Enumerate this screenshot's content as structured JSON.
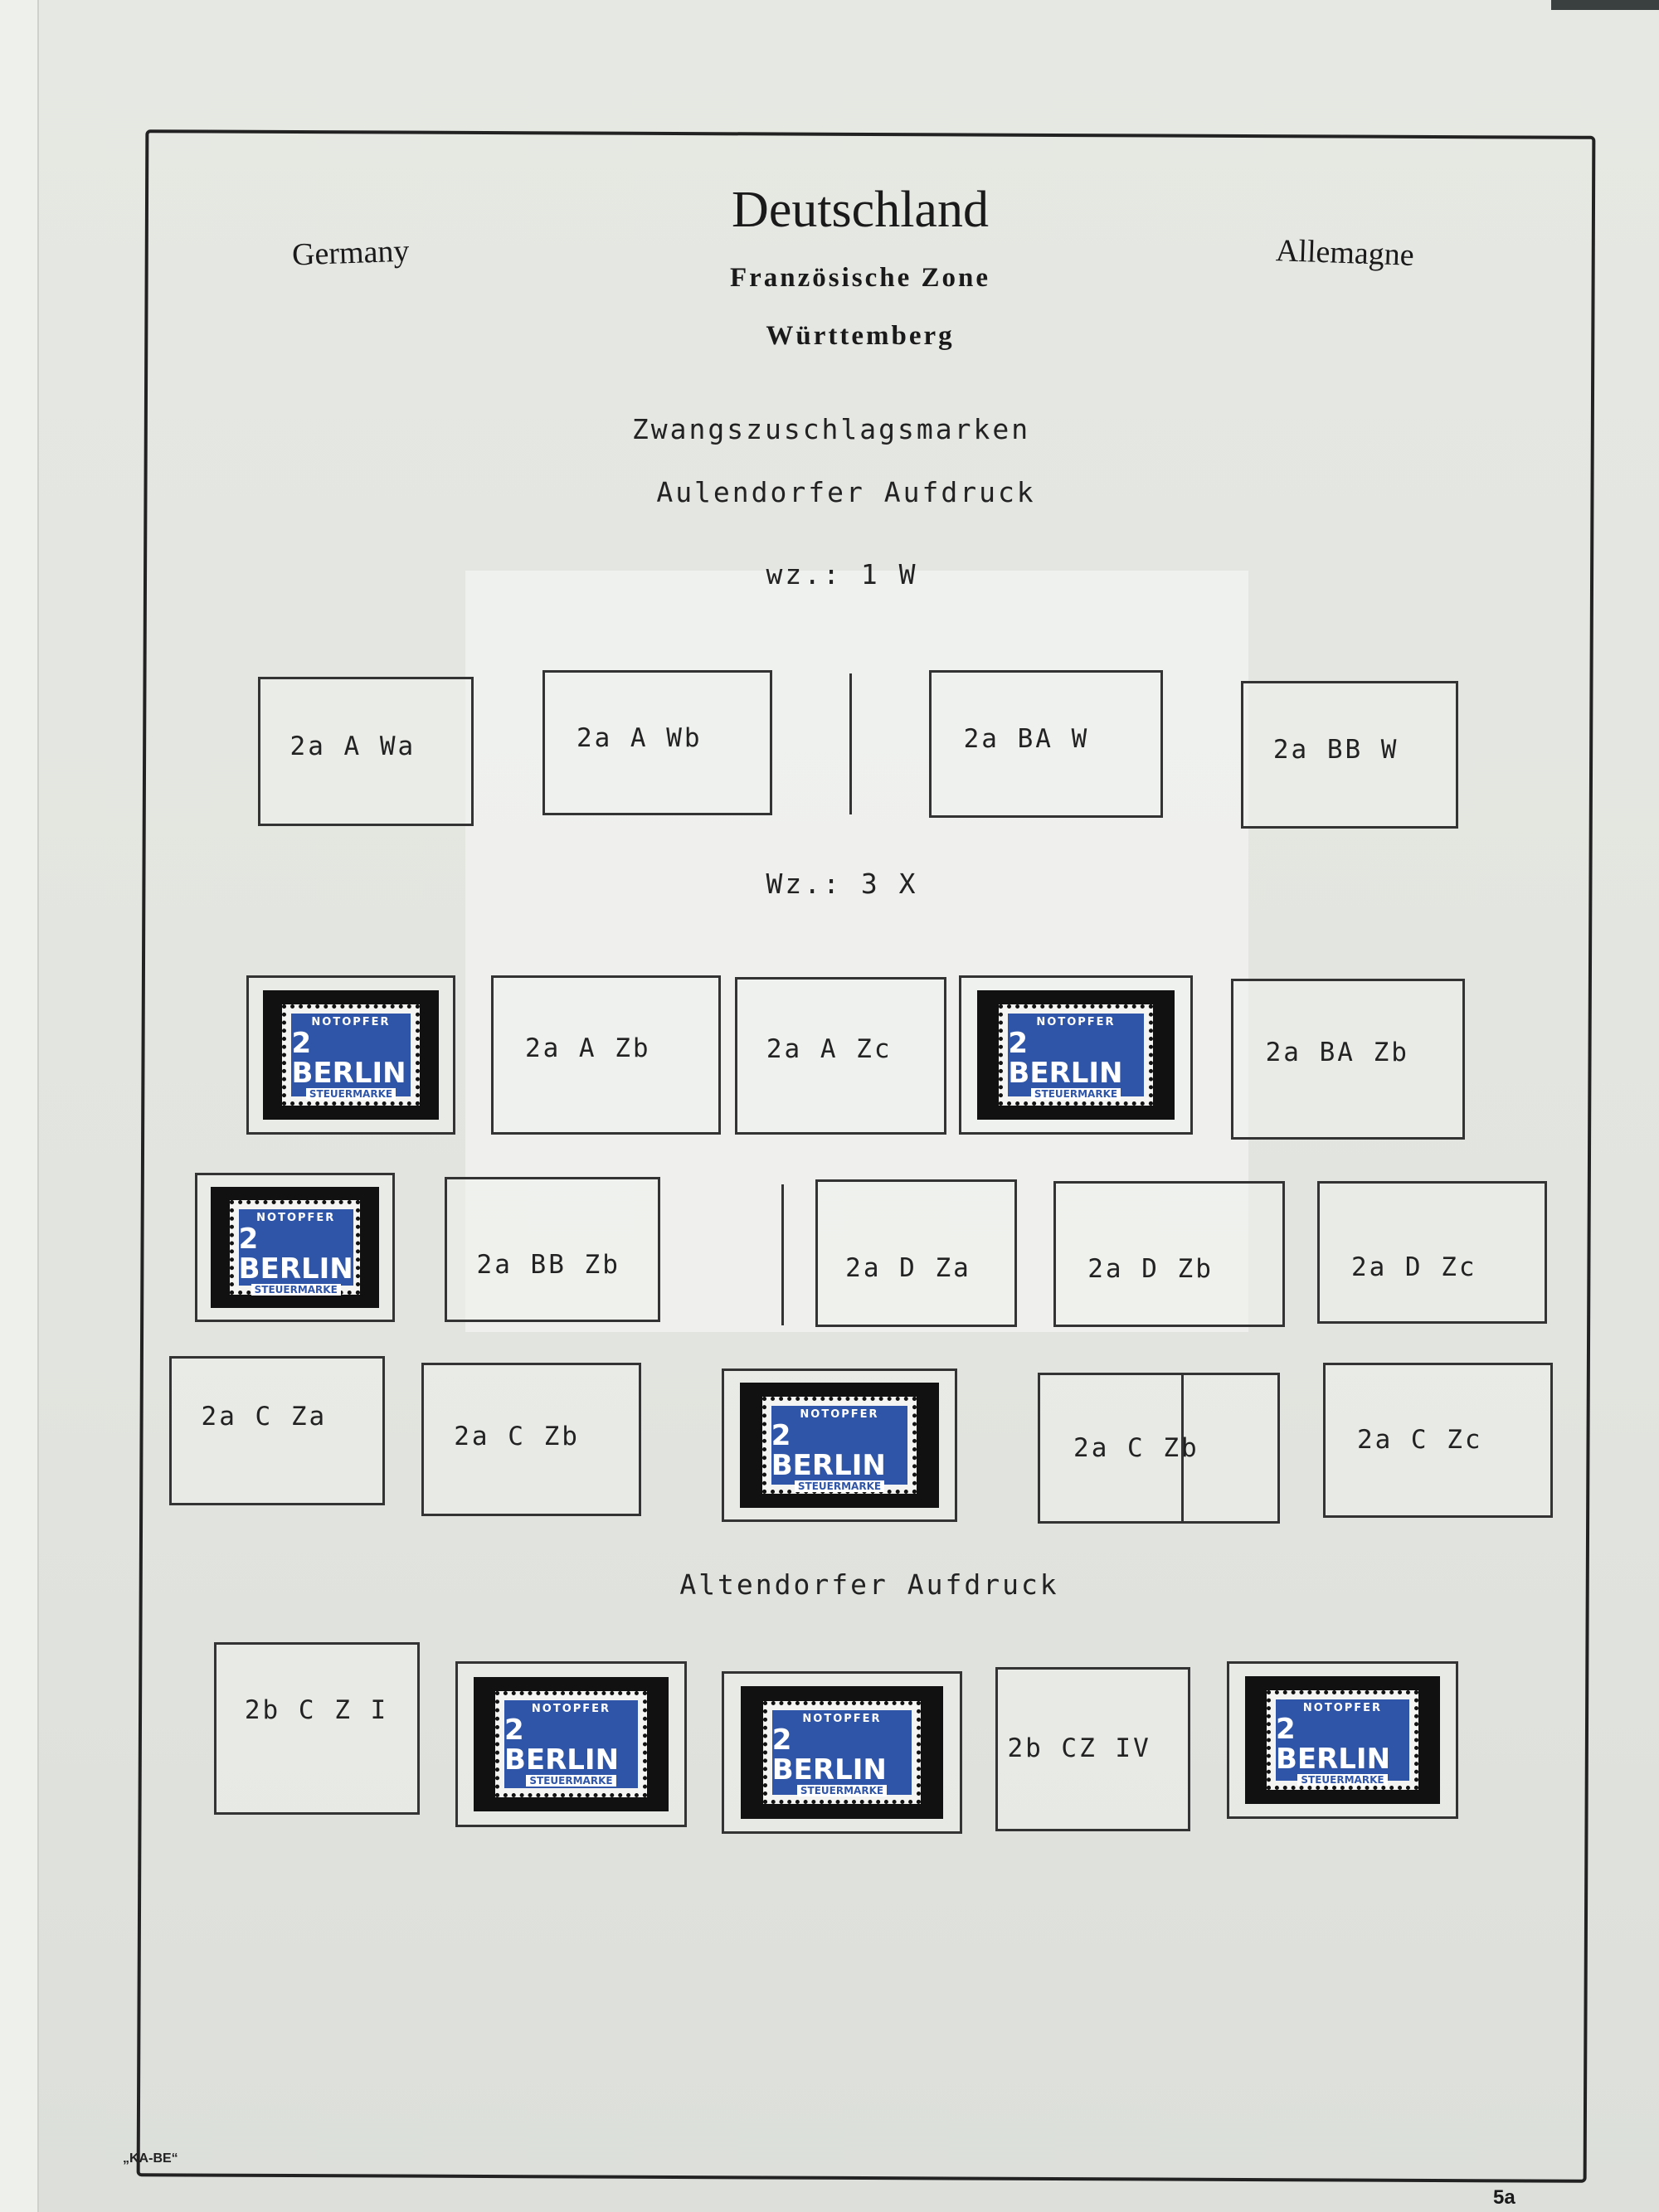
{
  "header": {
    "title": "Deutschland",
    "left": "Germany",
    "right": "Allemagne",
    "zone": "Französische Zone",
    "region": "Württemberg"
  },
  "section1": {
    "title": "Zwangszuschlagsmarken",
    "subtitle": "Aulendorfer Aufdruck",
    "wz1": "wz.: 1 W",
    "wz3": "Wz.: 3 X"
  },
  "section2": {
    "subtitle": "Altendorfer Aufdruck"
  },
  "stamp": {
    "top": "NOTOPFER",
    "main": "2 BERLIN",
    "bottom": "STEUERMARKE"
  },
  "slots": {
    "r1": [
      "2a A Wa",
      "2a A Wb",
      "2a BA W",
      "2a BB W"
    ],
    "r2": [
      "2a A Zb",
      "2a A Zc",
      "2a BA Zb"
    ],
    "r3": [
      "2a BB Zb",
      "2a D Za",
      "2a D Zb",
      "2a D Zc"
    ],
    "r4": [
      "2a C Za",
      "2a C Zb",
      "2a C Zb",
      "2a C Zc"
    ],
    "r5": [
      "2b C Z I",
      "2b CZ IV"
    ]
  },
  "footer": {
    "publisher": "„KA-BE“",
    "page": "5a"
  }
}
